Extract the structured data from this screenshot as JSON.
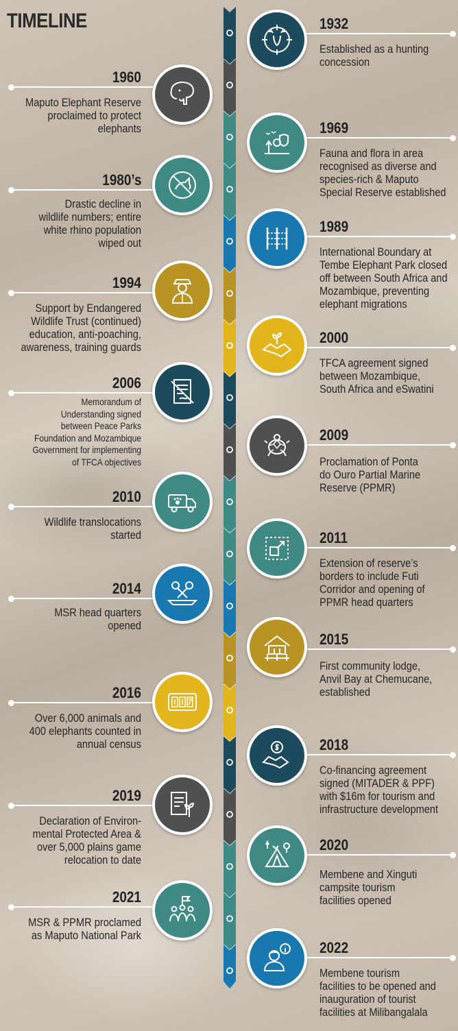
{
  "title": "TIMELINE",
  "events": [
    {
      "year": "1932",
      "text": "Established as a hunting\nconcession",
      "icon": "deer-target-icon",
      "color": "#1d4a5c"
    },
    {
      "year": "1960",
      "text": "Maputo Elephant Reserve\nproclaimed to protect\nelephants",
      "icon": "elephant-icon",
      "color": "#505050"
    },
    {
      "year": "1969",
      "text": "Fauna and flora in area\nrecognised as diverse and\nspecies-rich & Maputo\nSpecial Reserve established",
      "icon": "wildlife-habitat-icon",
      "color": "#3f8a85"
    },
    {
      "year": "1980’s",
      "text": "Drastic decline in\nwildlife numbers; entire\nwhite rhino population\nwiped out",
      "icon": "no-rhino-icon",
      "color": "#3f8a85"
    },
    {
      "year": "1989",
      "text": "International Boundary at\nTembe Elephant Park closed\noff between South Africa and\nMozambique, preventing\nelephant migrations",
      "icon": "fence-icon",
      "color": "#1a78b0"
    },
    {
      "year": "1994",
      "text": "Support by Endangered\nWildlife Trust (continued)\neducation, anti-poaching,\nawareness, training guards",
      "icon": "ranger-icon",
      "color": "#b99324"
    },
    {
      "year": "2000",
      "text": "TFCA agreement signed\nbetween Mozambique,\nSouth Africa and eSwatini",
      "icon": "handshake-sprout-icon",
      "color": "#e3b51d"
    },
    {
      "year": "2006",
      "text": "Memorandum of\nUnderstanding signed\nbetween Peace Parks\nFoundation and Mozambique\nGovernment for implementing\nof TFCA objectives",
      "icon": "signed-document-icon",
      "color": "#1d4a5c"
    },
    {
      "year": "2009",
      "text": "Proclamation of Ponta\ndo Ouro Partial Marine\nReserve (PPMR)",
      "icon": "turtle-icon",
      "color": "#505050"
    },
    {
      "year": "2010",
      "text": "Wildlife translocations\nstarted",
      "icon": "truck-paw-icon",
      "color": "#3f8a85"
    },
    {
      "year": "2011",
      "text": "Extension of reserve’s\nborders to include Futi\nCorridor and opening of\nPPMR head quarters",
      "icon": "expand-border-icon",
      "color": "#3f8a85"
    },
    {
      "year": "2014",
      "text": "MSR head quarters\nopened",
      "icon": "ribbon-scissors-icon",
      "color": "#1a78b0"
    },
    {
      "year": "2015",
      "text": "First community lodge,\nAnvil Bay at Chemucane,\nestablished",
      "icon": "lodge-icon",
      "color": "#b99324"
    },
    {
      "year": "2016",
      "text": "Over 6,000 animals and\n400 elephants counted in\nannual census",
      "icon": "counter-icon",
      "color": "#e3b51d"
    },
    {
      "year": "2018",
      "text": "Co-financing agreement\nsigned (MITADER & PPF)\nwith $16m for tourism and\ninfrastructure development",
      "icon": "handshake-dollar-icon",
      "color": "#1d4a5c"
    },
    {
      "year": "2019",
      "text": "Declaration of Environ-\nmental Protected Area &\nover 5,000 plains game\nrelocation to date",
      "icon": "document-plant-icon",
      "color": "#505050"
    },
    {
      "year": "2020",
      "text": "Membene and Xinguti\ncampsite tourism\nfacilities opened",
      "icon": "campsite-icon",
      "color": "#3f8a85"
    },
    {
      "year": "2021",
      "text": "MSR & PPMR proclamed\nas Maputo National Park",
      "icon": "people-flag-icon",
      "color": "#3f8a85"
    },
    {
      "year": "2022",
      "text": "Membene tourism\nfacilities to be opened  and\ninauguration of tourist\nfacilities at Milibangalala",
      "icon": "guide-info-icon",
      "color": "#1a78b0"
    }
  ]
}
